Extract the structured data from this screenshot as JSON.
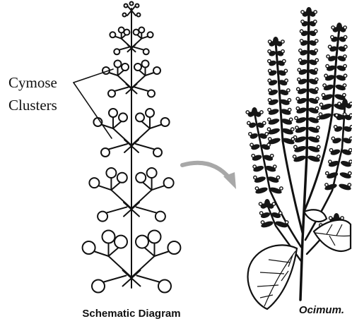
{
  "labels": {
    "clusters_line1": "Cymose",
    "clusters_line2": "Clusters"
  },
  "captions": {
    "left": "Schematic Diagram",
    "right": "Ocimum."
  },
  "colors": {
    "ink": "#111111",
    "arrow": "#a8a8a8",
    "background": "#ffffff"
  }
}
